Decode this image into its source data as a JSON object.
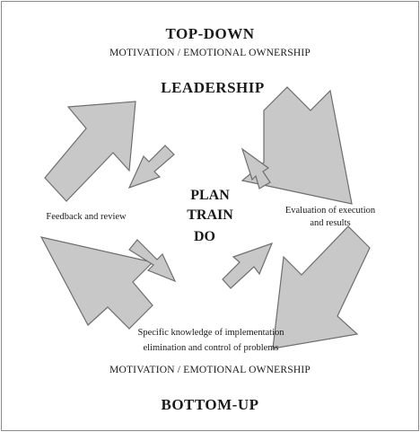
{
  "header": {
    "top_title": "TOP-DOWN",
    "top_subtitle": "MOTIVATION / EMOTIONAL OWNERSHIP",
    "leadership": "LEADERSHIP"
  },
  "center": {
    "line1": "PLAN",
    "line2": "TRAIN",
    "line3": "DO"
  },
  "side_labels": {
    "left": "Feedback and review",
    "right_line1": "Evaluation of execution",
    "right_line2": "and results"
  },
  "bottom": {
    "knowledge_line1": "Specific  knowledge of implementation",
    "knowledge_line2": "elimination and control of problems",
    "subtitle": "MOTIVATION / EMOTIONAL OWNERSHIP",
    "title": "BOTTOM-UP"
  },
  "colors": {
    "arrow_fill": "#c8c8c8",
    "arrow_stroke": "#6e6e6e",
    "text": "#1a1a1a",
    "border": "#8a8a8a"
  }
}
